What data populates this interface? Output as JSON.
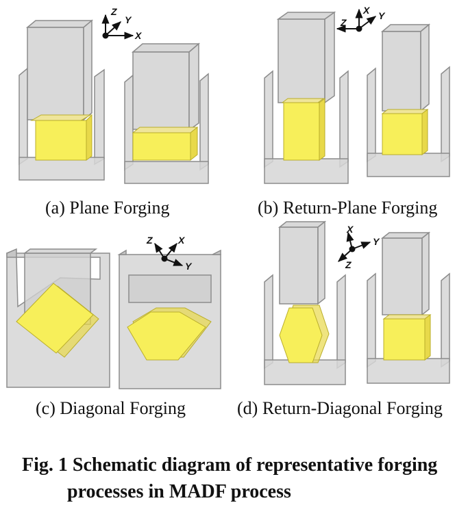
{
  "panels": {
    "a": {
      "caption": "(a) Plane Forging",
      "axes": [
        "Z",
        "Y",
        "X"
      ]
    },
    "b": {
      "caption": "(b) Return-Plane Forging",
      "axes": [
        "X",
        "Y",
        "Z"
      ]
    },
    "c": {
      "caption": "(c) Diagonal Forging",
      "axes": [
        "Z",
        "X",
        "Y"
      ]
    },
    "d": {
      "caption": "(d) Return-Diagonal Forging",
      "axes": [
        "X",
        "Y",
        "Z"
      ]
    }
  },
  "figure_title": {
    "line1": "Fig. 1 Schematic diagram of representative forging",
    "line2": "processes in MADF process"
  },
  "colors": {
    "die_fill": "#d6d6d6",
    "die_stroke": "#8c8c8c",
    "workpiece": "#f7ef5a",
    "workpiece_stroke": "#b9ad2a"
  }
}
